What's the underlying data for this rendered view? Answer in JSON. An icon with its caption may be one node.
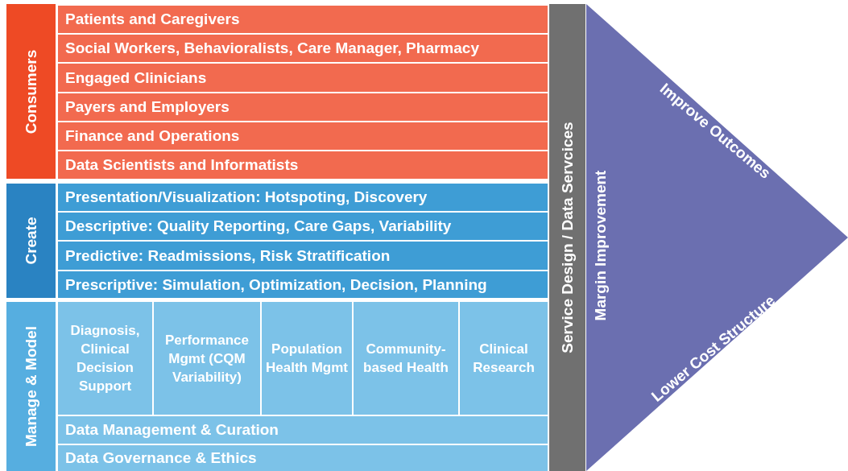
{
  "diagram": {
    "nodes": [
      {
        "text": [
          "Consumers"
        ]
      },
      {
        "text": [
          "Patients and Caregivers"
        ]
      },
      {
        "text": [
          "Social Workers, Behavioralists, Care Manager, Pharmacy"
        ]
      },
      {
        "text": [
          "Engaged Clinicians"
        ]
      },
      {
        "text": [
          "Payers and Employers"
        ]
      },
      {
        "text": [
          "Finance and Operations"
        ]
      },
      {
        "text": [
          "Data Scientists and Informatists"
        ]
      },
      {
        "text": [
          "Create"
        ]
      },
      {
        "text": [
          "Presentation/Visualization: Hotspoting, Discovery"
        ]
      },
      {
        "text": [
          "Descriptive: Quality Reporting, Care Gaps, Variability"
        ]
      },
      {
        "text": [
          "Predictive: Readmissions, Risk Stratification"
        ]
      },
      {
        "text": [
          "Prescriptive: Simulation, Optimization, Decision, Planning"
        ]
      },
      {
        "text": [
          "Manage & Model"
        ]
      },
      {
        "text": [
          "Diagnosis, Clinical Decision Support"
        ]
      },
      {
        "text": [
          "Performance Mgmt (CQM Variability)"
        ]
      },
      {
        "text": [
          "Population Health Mgmt"
        ]
      },
      {
        "text": [
          "Community-based Health"
        ]
      },
      {
        "text": [
          "Clinical Research"
        ]
      },
      {
        "text": [
          "Data Management & Curation"
        ]
      },
      {
        "text": [
          "Data Governance & Ethics"
        ]
      },
      {
        "text": [
          "Service Design / Data Servcices"
        ]
      },
      {
        "text": [
          "Margin Improvement",
          "Improve Outcomes",
          "Lower Cost Structure"
        ]
      }
    ]
  }
}
